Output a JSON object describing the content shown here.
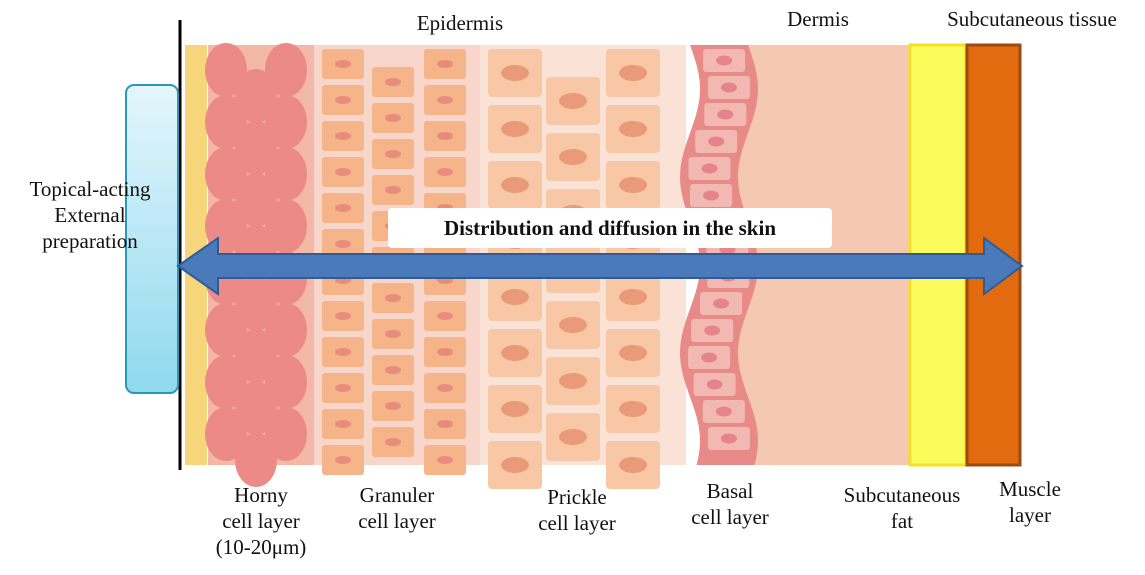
{
  "header_labels": {
    "epidermis": "Epidermis",
    "dermis": "Dermis",
    "subcutaneous_tissue": "Subcutaneous tissue"
  },
  "preparation": {
    "line1": "Topical-acting",
    "line2": "External",
    "line3": "preparation"
  },
  "arrow_label": "Distribution and diffusion in the skin",
  "layers": {
    "horny": {
      "line1": "Horny",
      "line2": "cell layer",
      "line3": "(10-20μm)"
    },
    "granuler": {
      "line1": "Granuler",
      "line2": "cell layer"
    },
    "prickle": {
      "line1": "Prickle",
      "line2": "cell layer"
    },
    "basal": {
      "line1": "Basal",
      "line2": "cell layer"
    },
    "subcutaneous_fat": {
      "line1": "Subcutaneous",
      "line2": "fat"
    },
    "muscle": {
      "line1": "Muscle",
      "line2": "layer"
    }
  },
  "colors": {
    "stratum_line": "#f7d57a",
    "horny_bg": "#f4b8a6",
    "horny_cell": "#ec8a88",
    "granular_bg": "#f8d6cc",
    "granular_cell": "#f6b489",
    "granular_nucleus": "#ea8c7d",
    "prickle_bg": "#fae2d6",
    "prickle_cell": "#f8c7a6",
    "prickle_nucleus": "#ea9a78",
    "basal_border": "#e88a88",
    "basal_cell": "#f2b9b2",
    "basal_nucleus": "#e7838c",
    "dermis": "#f5c8b2",
    "fat": "#fbfb5c",
    "fat_border": "#f3e021",
    "muscle": "#e26b10",
    "muscle_border": "#9c4a0f",
    "arrow": "#4a7ab9",
    "arrow_border": "#2f5c94",
    "preparation_top": "#e4f6fc",
    "preparation_bottom": "#8fd9ee"
  }
}
